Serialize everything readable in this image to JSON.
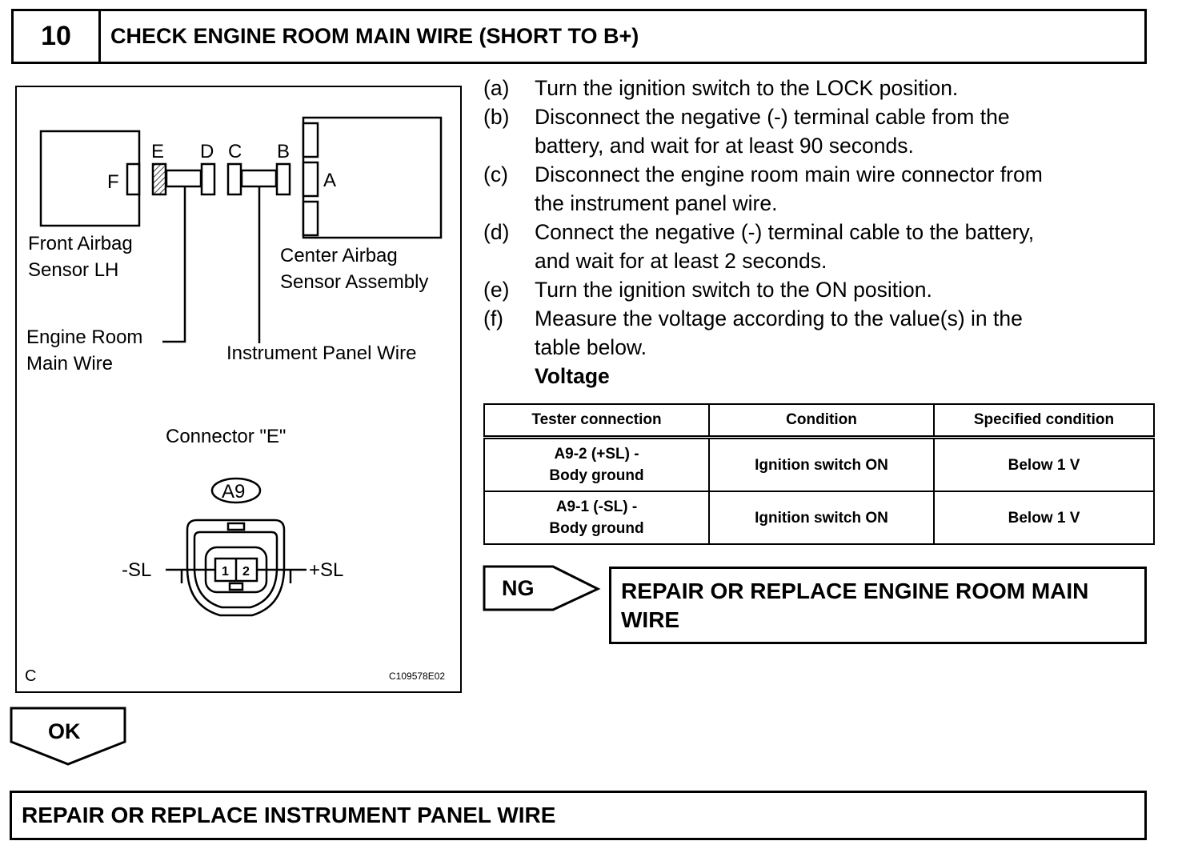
{
  "step": {
    "number": "10",
    "title": "CHECK ENGINE ROOM MAIN WIRE (SHORT TO B+)"
  },
  "figure": {
    "labels": {
      "E": "E",
      "D": "D",
      "C": "C",
      "B": "B",
      "F": "F",
      "A": "A",
      "front_sensor_1": "Front Airbag",
      "front_sensor_2": "Sensor LH",
      "center_sensor_1": "Center Airbag",
      "center_sensor_2": "Sensor Assembly",
      "engine_wire_1": "Engine Room",
      "engine_wire_2": "Main Wire",
      "ip_wire": "Instrument Panel Wire",
      "connector_title": "Connector \"E\"",
      "connector_code": "A9",
      "pin_neg": "-SL",
      "pin_pos": "+SL",
      "pin1": "1",
      "pin2": "2",
      "corner": "C",
      "figure_id": "C109578E02"
    }
  },
  "procedure": [
    {
      "label": "(a)",
      "lines": [
        "Turn the ignition switch to the LOCK position."
      ]
    },
    {
      "label": "(b)",
      "lines": [
        "Disconnect the negative (-) terminal cable from the",
        "battery, and wait for at least 90 seconds."
      ]
    },
    {
      "label": "(c)",
      "lines": [
        "Disconnect the engine room main wire connector from",
        "the instrument panel wire."
      ]
    },
    {
      "label": "(d)",
      "lines": [
        "Connect the negative (-) terminal cable to the battery,",
        "and wait for at least 2 seconds."
      ]
    },
    {
      "label": "(e)",
      "lines": [
        "Turn the ignition switch to the ON position."
      ]
    },
    {
      "label": "(f)",
      "lines": [
        "Measure the voltage according to the value(s) in the",
        "table below."
      ]
    }
  ],
  "spec_table": {
    "title": "Voltage",
    "headers": [
      "Tester connection",
      "Condition",
      "Specified condition"
    ],
    "rows": [
      {
        "connection_1": "A9-2 (+SL) -",
        "connection_2": "Body ground",
        "condition": "Ignition switch ON",
        "specified": "Below 1 V"
      },
      {
        "connection_1": "A9-1 (-SL) -",
        "connection_2": "Body ground",
        "condition": "Ignition switch ON",
        "specified": "Below 1 V"
      }
    ]
  },
  "results": {
    "ng_label": "NG",
    "ng_action_1": "REPAIR OR REPLACE ENGINE ROOM MAIN",
    "ng_action_2": "WIRE",
    "ok_label": "OK",
    "ok_action": "REPAIR OR REPLACE INSTRUMENT PANEL WIRE"
  }
}
